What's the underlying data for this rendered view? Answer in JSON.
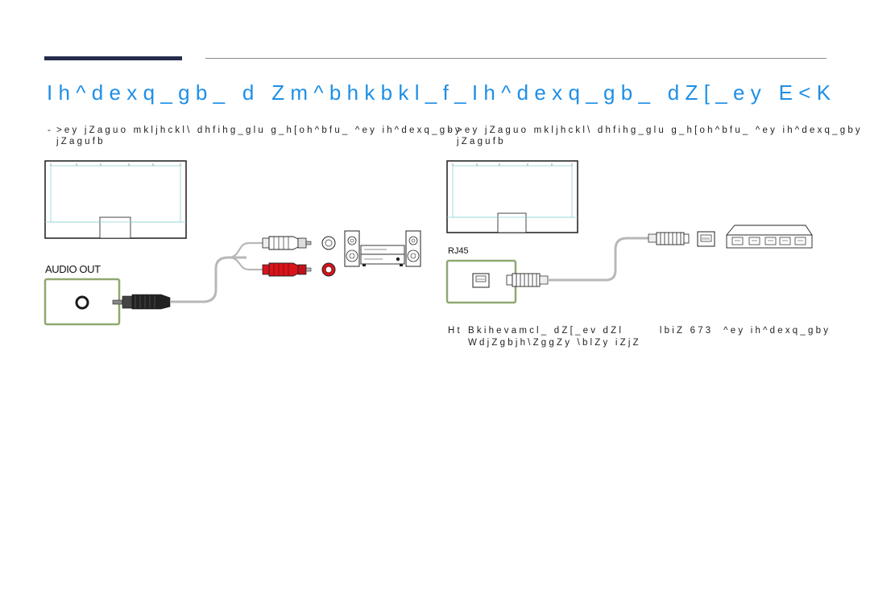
{
  "header": {
    "title": "Ih^dexq_gb_ d Zm^bhkbkl_f_Ih^dexq_gb_ dZ[_ey E<K"
  },
  "left_section": {
    "bullet": "-",
    "text_line1": ">ey jZaguo mkljhckl\\ dhfihg_glu g_h[oh^bfu_ ^ey ih^dexq_gby",
    "text_line2": "jZagufb",
    "port_label": "AUDIO OUT"
  },
  "right_section": {
    "bullet": "-",
    "text_line1": ">ey jZaguo mkljhckl\\ dhfihg_glu g_h[oh^bfu_ ^ey ih^dexq_gby",
    "text_line2": "jZagufb",
    "port_label": "RJ45",
    "note_prefix": "Ht",
    "note_line1": "Bkihevamcl_ dZ[_ev dZl       lbiZ 673  ^ey ih^dexq_gby",
    "note_line2": "WdjZgbjh\\ZggZy \\blZy iZjZ"
  },
  "colors": {
    "title": "#1e8fe6",
    "header_bar": "#262c4d",
    "port_highlight": "#8fa870",
    "rca_red": "#d8141c",
    "screen_line": "#8fd3d8"
  }
}
